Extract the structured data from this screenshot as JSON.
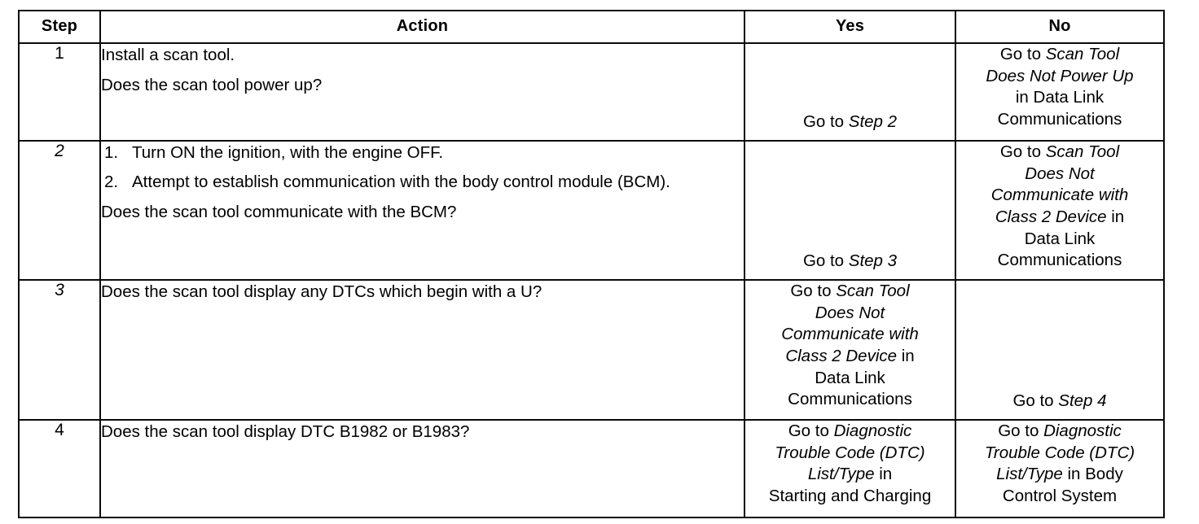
{
  "document": {
    "type": "diagnostic-table",
    "colors": {
      "ink": "#0a0a0a",
      "paper": "#ffffff"
    }
  },
  "table": {
    "headers": {
      "step": "Step",
      "action": "Action",
      "yes": "Yes",
      "no": "No"
    },
    "rows": [
      {
        "step": "1",
        "step_italic": false,
        "action": {
          "lead": "Install a scan tool.",
          "list": [],
          "tail": "Does the scan tool power up?"
        },
        "yes": {
          "align": "bottom",
          "lines": [
            {
              "plain_before": "Go to ",
              "italic": "Step 2",
              "plain_after": ""
            }
          ]
        },
        "no": {
          "align": "top",
          "lines": [
            {
              "plain_before": "Go to ",
              "italic": "Scan Tool",
              "plain_after": ""
            },
            {
              "plain_before": "",
              "italic": "Does Not Power Up",
              "plain_after": ""
            },
            {
              "plain_before": "in Data Link",
              "italic": "",
              "plain_after": ""
            },
            {
              "plain_before": "Communications",
              "italic": "",
              "plain_after": ""
            }
          ]
        }
      },
      {
        "step": "2",
        "step_italic": true,
        "action": {
          "lead": "",
          "list": [
            "Turn ON the ignition, with the engine OFF.",
            "Attempt to establish communication with the body control module (BCM)."
          ],
          "tail": "Does the scan tool communicate with the BCM?"
        },
        "yes": {
          "align": "bottom",
          "lines": [
            {
              "plain_before": "Go to ",
              "italic": "Step 3",
              "plain_after": ""
            }
          ]
        },
        "no": {
          "align": "top",
          "lines": [
            {
              "plain_before": "Go to ",
              "italic": "Scan Tool",
              "plain_after": ""
            },
            {
              "plain_before": "",
              "italic": "Does Not",
              "plain_after": ""
            },
            {
              "plain_before": "",
              "italic": "Communicate with",
              "plain_after": ""
            },
            {
              "plain_before": "",
              "italic": "Class 2 Device",
              "plain_after": " in"
            },
            {
              "plain_before": "Data Link",
              "italic": "",
              "plain_after": ""
            },
            {
              "plain_before": "Communications",
              "italic": "",
              "plain_after": ""
            }
          ]
        }
      },
      {
        "step": "3",
        "step_italic": true,
        "action": {
          "lead": "Does the scan tool display any DTCs which begin with a U?",
          "list": [],
          "tail": ""
        },
        "yes": {
          "align": "top",
          "lines": [
            {
              "plain_before": "Go to ",
              "italic": "Scan Tool",
              "plain_after": ""
            },
            {
              "plain_before": "",
              "italic": "Does Not",
              "plain_after": ""
            },
            {
              "plain_before": "",
              "italic": "Communicate with",
              "plain_after": ""
            },
            {
              "plain_before": "",
              "italic": "Class 2 Device",
              "plain_after": " in"
            },
            {
              "plain_before": "Data Link",
              "italic": "",
              "plain_after": ""
            },
            {
              "plain_before": "Communications",
              "italic": "",
              "plain_after": ""
            }
          ]
        },
        "no": {
          "align": "bottom",
          "lines": [
            {
              "plain_before": "Go to ",
              "italic": "Step 4",
              "plain_after": ""
            }
          ]
        }
      },
      {
        "step": "4",
        "step_italic": false,
        "action": {
          "lead": "Does the scan tool display DTC B1982 or B1983?",
          "list": [],
          "tail": ""
        },
        "yes": {
          "align": "top",
          "lines": [
            {
              "plain_before": "Go to ",
              "italic": "Diagnostic",
              "plain_after": ""
            },
            {
              "plain_before": "",
              "italic": "Trouble Code (DTC)",
              "plain_after": ""
            },
            {
              "plain_before": "",
              "italic": "List/Type",
              "plain_after": " in"
            },
            {
              "plain_before": "Starting and Charging",
              "italic": "",
              "plain_after": ""
            }
          ]
        },
        "no": {
          "align": "top",
          "lines": [
            {
              "plain_before": "Go to ",
              "italic": "Diagnostic",
              "plain_after": ""
            },
            {
              "plain_before": "",
              "italic": "Trouble Code (DTC)",
              "plain_after": ""
            },
            {
              "plain_before": "",
              "italic": "List/Type",
              "plain_after": " in Body"
            },
            {
              "plain_before": "Control System",
              "italic": "",
              "plain_after": ""
            }
          ]
        }
      }
    ]
  }
}
